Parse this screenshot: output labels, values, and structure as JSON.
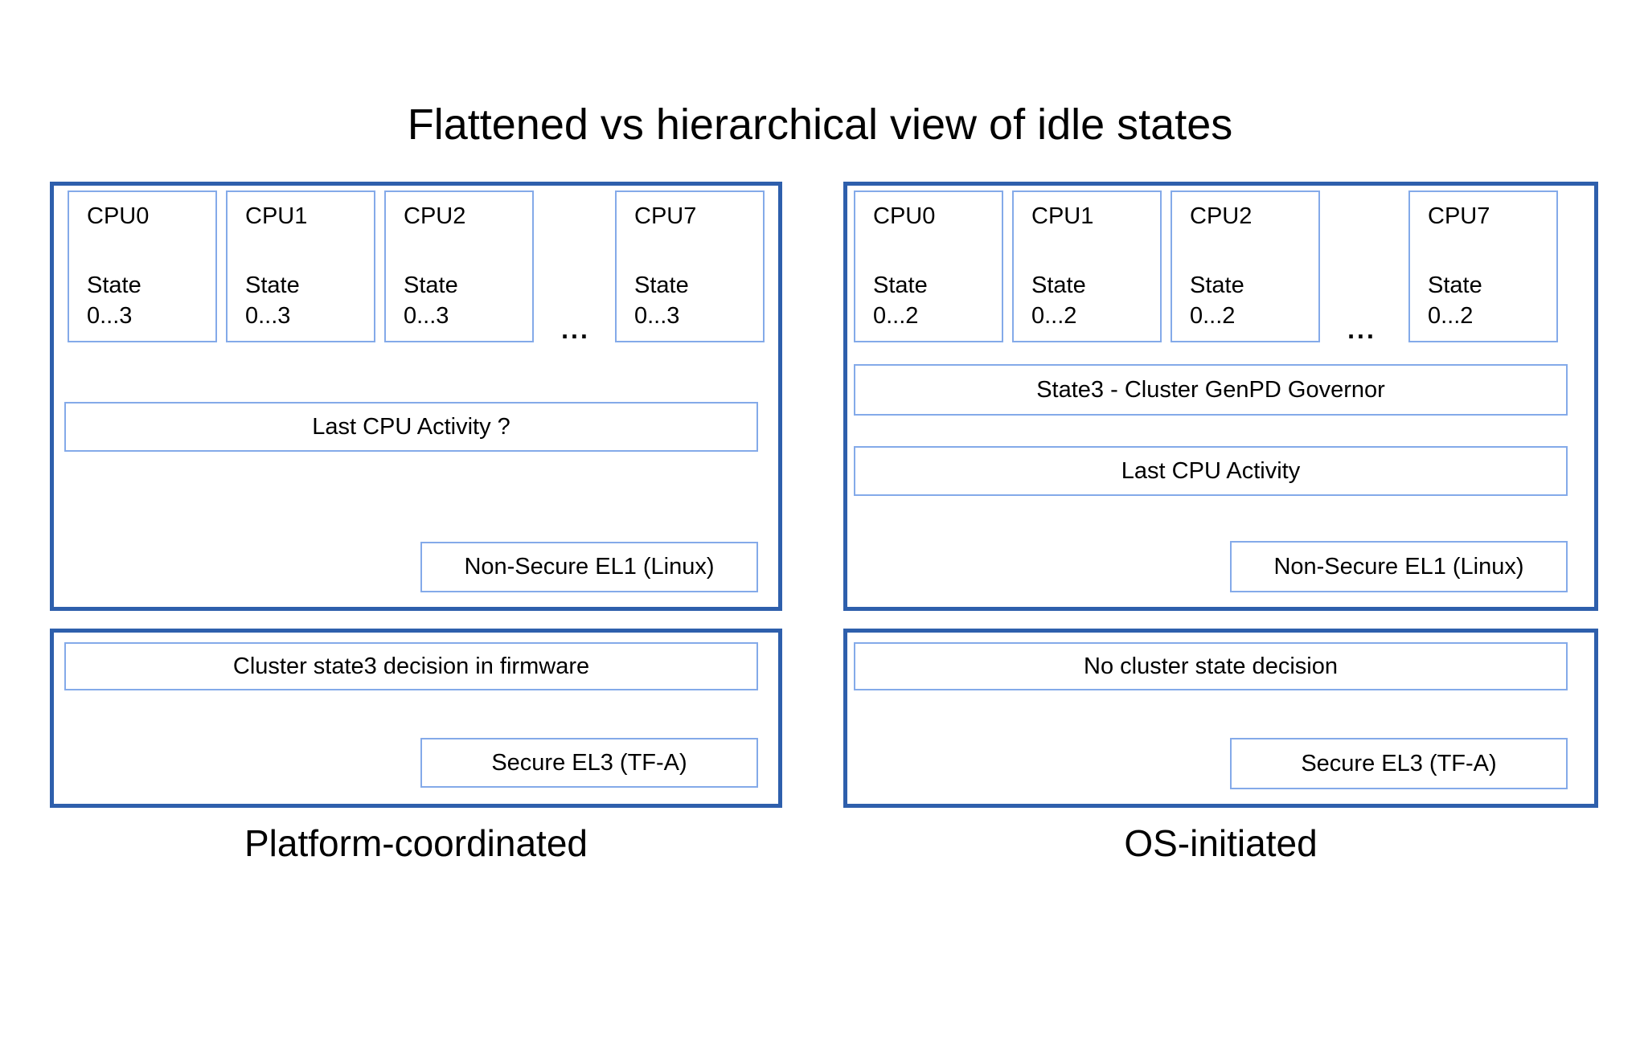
{
  "title": "Flattened vs hierarchical view of idle states",
  "colors": {
    "outer_border": "#2E5FAC",
    "inner_border": "#84AAE9",
    "text": "#000000",
    "background": "#FFFFFF"
  },
  "left_panel": {
    "caption": "Platform-coordinated",
    "cpus": [
      {
        "name": "CPU0",
        "state_label": "State",
        "state_range": "0...3"
      },
      {
        "name": "CPU1",
        "state_label": "State",
        "state_range": "0...3"
      },
      {
        "name": "CPU2",
        "state_label": "State",
        "state_range": "0...3"
      },
      {
        "name": "CPU7",
        "state_label": "State",
        "state_range": "0...3"
      }
    ],
    "ellipsis": "...",
    "activity_box": "Last CPU Activity ?",
    "el1_box": "Non-Secure EL1 (Linux)",
    "decision_box": "Cluster state3 decision in firmware",
    "el3_box": "Secure EL3 (TF-A)"
  },
  "right_panel": {
    "caption": "OS-initiated",
    "cpus": [
      {
        "name": "CPU0",
        "state_label": "State",
        "state_range": "0...2"
      },
      {
        "name": "CPU1",
        "state_label": "State",
        "state_range": "0...2"
      },
      {
        "name": "CPU2",
        "state_label": "State",
        "state_range": "0...2"
      },
      {
        "name": "CPU7",
        "state_label": "State",
        "state_range": "0...2"
      }
    ],
    "ellipsis": "...",
    "governor_box": "State3 - Cluster GenPD Governor",
    "activity_box": "Last CPU Activity",
    "el1_box": "Non-Secure EL1 (Linux)",
    "decision_box": "No cluster state decision",
    "el3_box": "Secure EL3 (TF-A)"
  }
}
